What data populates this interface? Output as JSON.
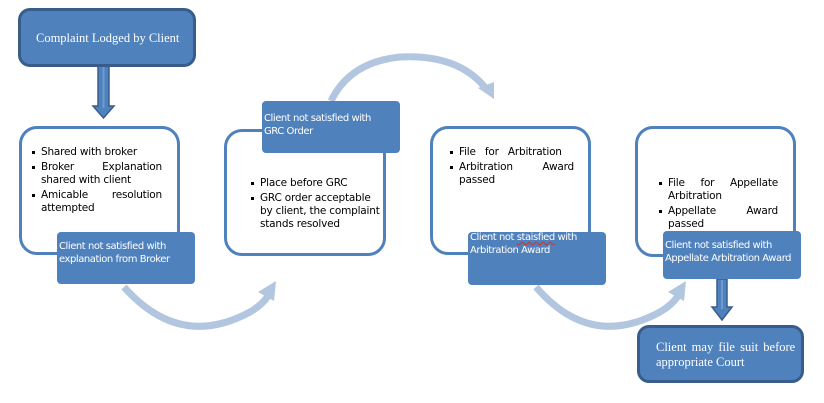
{
  "diagram": {
    "title": "Complaint resolution flow",
    "colors": {
      "box_fill": "#4f81bd",
      "box_border": "#385d8a",
      "card_border": "#4f81bd",
      "curved_arrow": "#b3c6e0",
      "text_on_box": "#ffffff",
      "text_in_card": "#000000"
    },
    "start": {
      "label": "Complaint Lodged by Client"
    },
    "stages": [
      {
        "bullets": [
          "Shared with broker",
          "Broker Explanation shared with client",
          "Amicable resolution attempted"
        ],
        "escalation": {
          "line1": "Client not satisfied with",
          "line2": "explanation from Broker"
        }
      },
      {
        "bullets": [
          "Place before GRC",
          "GRC order acceptable by client, the complaint stands resolved"
        ],
        "escalation": {
          "line1": "Client not satisfied with",
          "line2": "GRC Order"
        }
      },
      {
        "bullets": [
          "File for Arbitration",
          "Arbitration Award passed"
        ],
        "escalation": {
          "line1_prefix": "Client not ",
          "line1_misspelled": "staisfied",
          "line1_suffix": " with",
          "line2": "Arbitration Award"
        }
      },
      {
        "bullets": [
          "File for Appellate Arbitration",
          "Appellate Award passed"
        ],
        "escalation": {
          "line1": "Client not satisfied with",
          "line2": "Appellate Arbitration Award"
        }
      }
    ],
    "end": {
      "line1": "Client may file suit before",
      "line2": "appropriate Court"
    },
    "connectors": [
      {
        "from": "start",
        "to": "stage-1",
        "style": "block-arrow-down"
      },
      {
        "from": "stage-1",
        "to": "stage-2",
        "style": "curved-arrow"
      },
      {
        "from": "stage-2",
        "to": "stage-3",
        "style": "curved-arrow"
      },
      {
        "from": "stage-3",
        "to": "stage-4",
        "style": "curved-arrow"
      },
      {
        "from": "stage-4",
        "to": "end",
        "style": "block-arrow-down"
      }
    ]
  }
}
